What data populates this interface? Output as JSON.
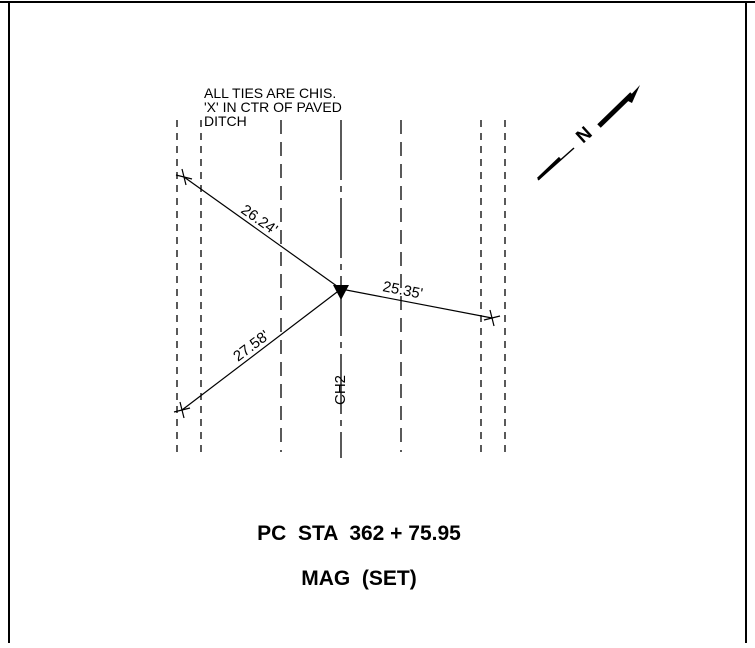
{
  "note": {
    "lines": [
      "ALL TIES ARE CHIS.",
      "'X' IN CTR OF PAVED",
      "DITCH"
    ]
  },
  "ties": [
    {
      "name": "tie-upper-left",
      "distance": "26.24'"
    },
    {
      "name": "tie-lower-left",
      "distance": "27.58'"
    },
    {
      "name": "tie-right",
      "distance": "25.35'"
    }
  ],
  "centerline_label": "CH2",
  "north_arrow": {
    "label": "N"
  },
  "station": {
    "line1": "PC  STA  362 + 75.95",
    "line2": "MAG  (SET)"
  }
}
